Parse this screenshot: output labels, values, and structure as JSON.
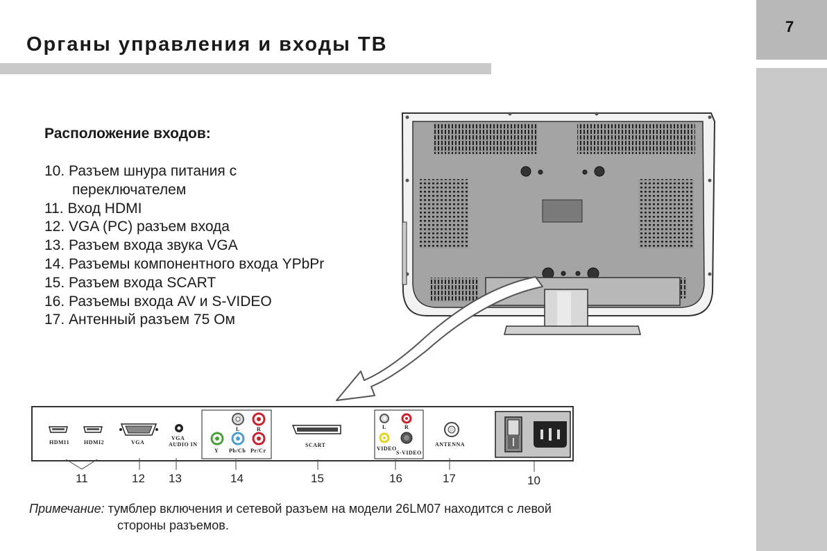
{
  "page": {
    "number": "7",
    "title": "Органы управления и входы ТВ"
  },
  "section": {
    "heading": "Расположение входов:"
  },
  "items": [
    {
      "text": "10. Разъем шнура питания с",
      "cont": "переключателем"
    },
    {
      "text": "11. Вход HDMI"
    },
    {
      "text": "12. VGA (PC) разъем входа"
    },
    {
      "text": "13. Разъем входа звука VGA"
    },
    {
      "text": "14. Разъемы компонентного входа YPbPr"
    },
    {
      "text": "15. Разъем входа SCART"
    },
    {
      "text": "16. Разъемы входа AV и S-VIDEO"
    },
    {
      "text": "17. Антенный разъем 75 Ом"
    }
  ],
  "panel": {
    "hdmi1": "HDMI1",
    "hdmi2": "HDMI2",
    "vga": "VGA",
    "vga_audio_1": "VGA",
    "vga_audio_2": "AUDIO   IN",
    "comp_l": "L",
    "comp_r": "R",
    "comp_y": "Y",
    "comp_pb": "Pb/Cb",
    "comp_pr": "Pr/Cr",
    "scart": "SCART",
    "av_l": "L",
    "av_r": "R",
    "av_video": "VIDEO",
    "av_svideo": "S-VIDEO",
    "antenna": "ANTENNA"
  },
  "callouts": {
    "n11": "11",
    "n12": "12",
    "n13": "13",
    "n14": "14",
    "n15": "15",
    "n16": "16",
    "n17": "17",
    "n10": "10"
  },
  "note": {
    "label": "Примечание:",
    "line1": " тумблер включения и сетевой разъем на  модели 26LM07 находится с левой",
    "line2": "стороны разъемов."
  },
  "colors": {
    "gray_tab": "#b8b8b8",
    "rca_red": "#c8202c",
    "rca_green": "#4aa03a",
    "rca_blue": "#4a9fd0",
    "rca_yellow": "#e6d420",
    "rca_white": "#dddddd"
  }
}
